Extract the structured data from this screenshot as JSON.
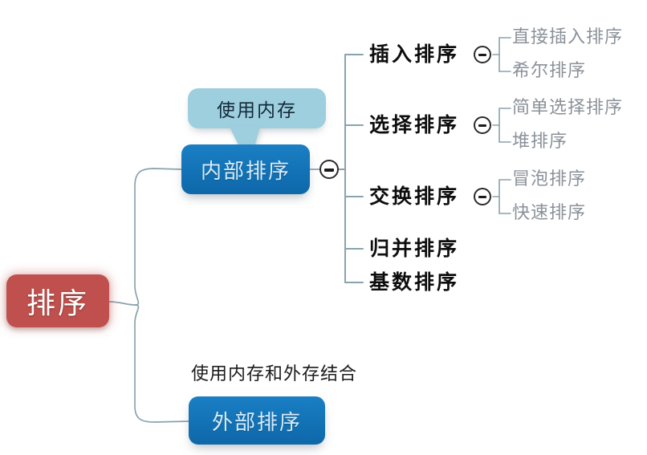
{
  "diagram": {
    "type": "mind-map",
    "background_color": "#ffffff",
    "root": {
      "label": "排序",
      "fill_color": "#c0504d",
      "text_color": "#ffffff"
    },
    "branches": [
      {
        "label": "内部排序",
        "fill_color": "#1272b5",
        "text_color": "#d8ecf8",
        "callout": {
          "label": "使用内存",
          "fill_color": "#9ecfdf",
          "text_color": "#132a38"
        },
        "collapse_icon": "minus-circle-icon",
        "topics": [
          {
            "label": "插入排序",
            "collapse_icon": "minus-circle-icon",
            "children": [
              "直接插入排序",
              "希尔排序"
            ]
          },
          {
            "label": "选择排序",
            "collapse_icon": "minus-circle-icon",
            "children": [
              "简单选择排序",
              "堆排序"
            ]
          },
          {
            "label": "交换排序",
            "collapse_icon": "minus-circle-icon",
            "children": [
              "冒泡排序",
              "快速排序"
            ]
          },
          {
            "label": "归并排序",
            "children": []
          },
          {
            "label": "基数排序",
            "children": []
          }
        ]
      },
      {
        "label": "外部排序",
        "fill_color": "#1272b5",
        "text_color": "#d8ecf8",
        "note": {
          "label": "使用内存和外存结合",
          "text_color": "#1b1b1b"
        },
        "topics": []
      }
    ],
    "connector_color": "#8aa2ae",
    "leaf_text_color": "#8a9199",
    "topic_text_color": "#0d0d0d"
  }
}
